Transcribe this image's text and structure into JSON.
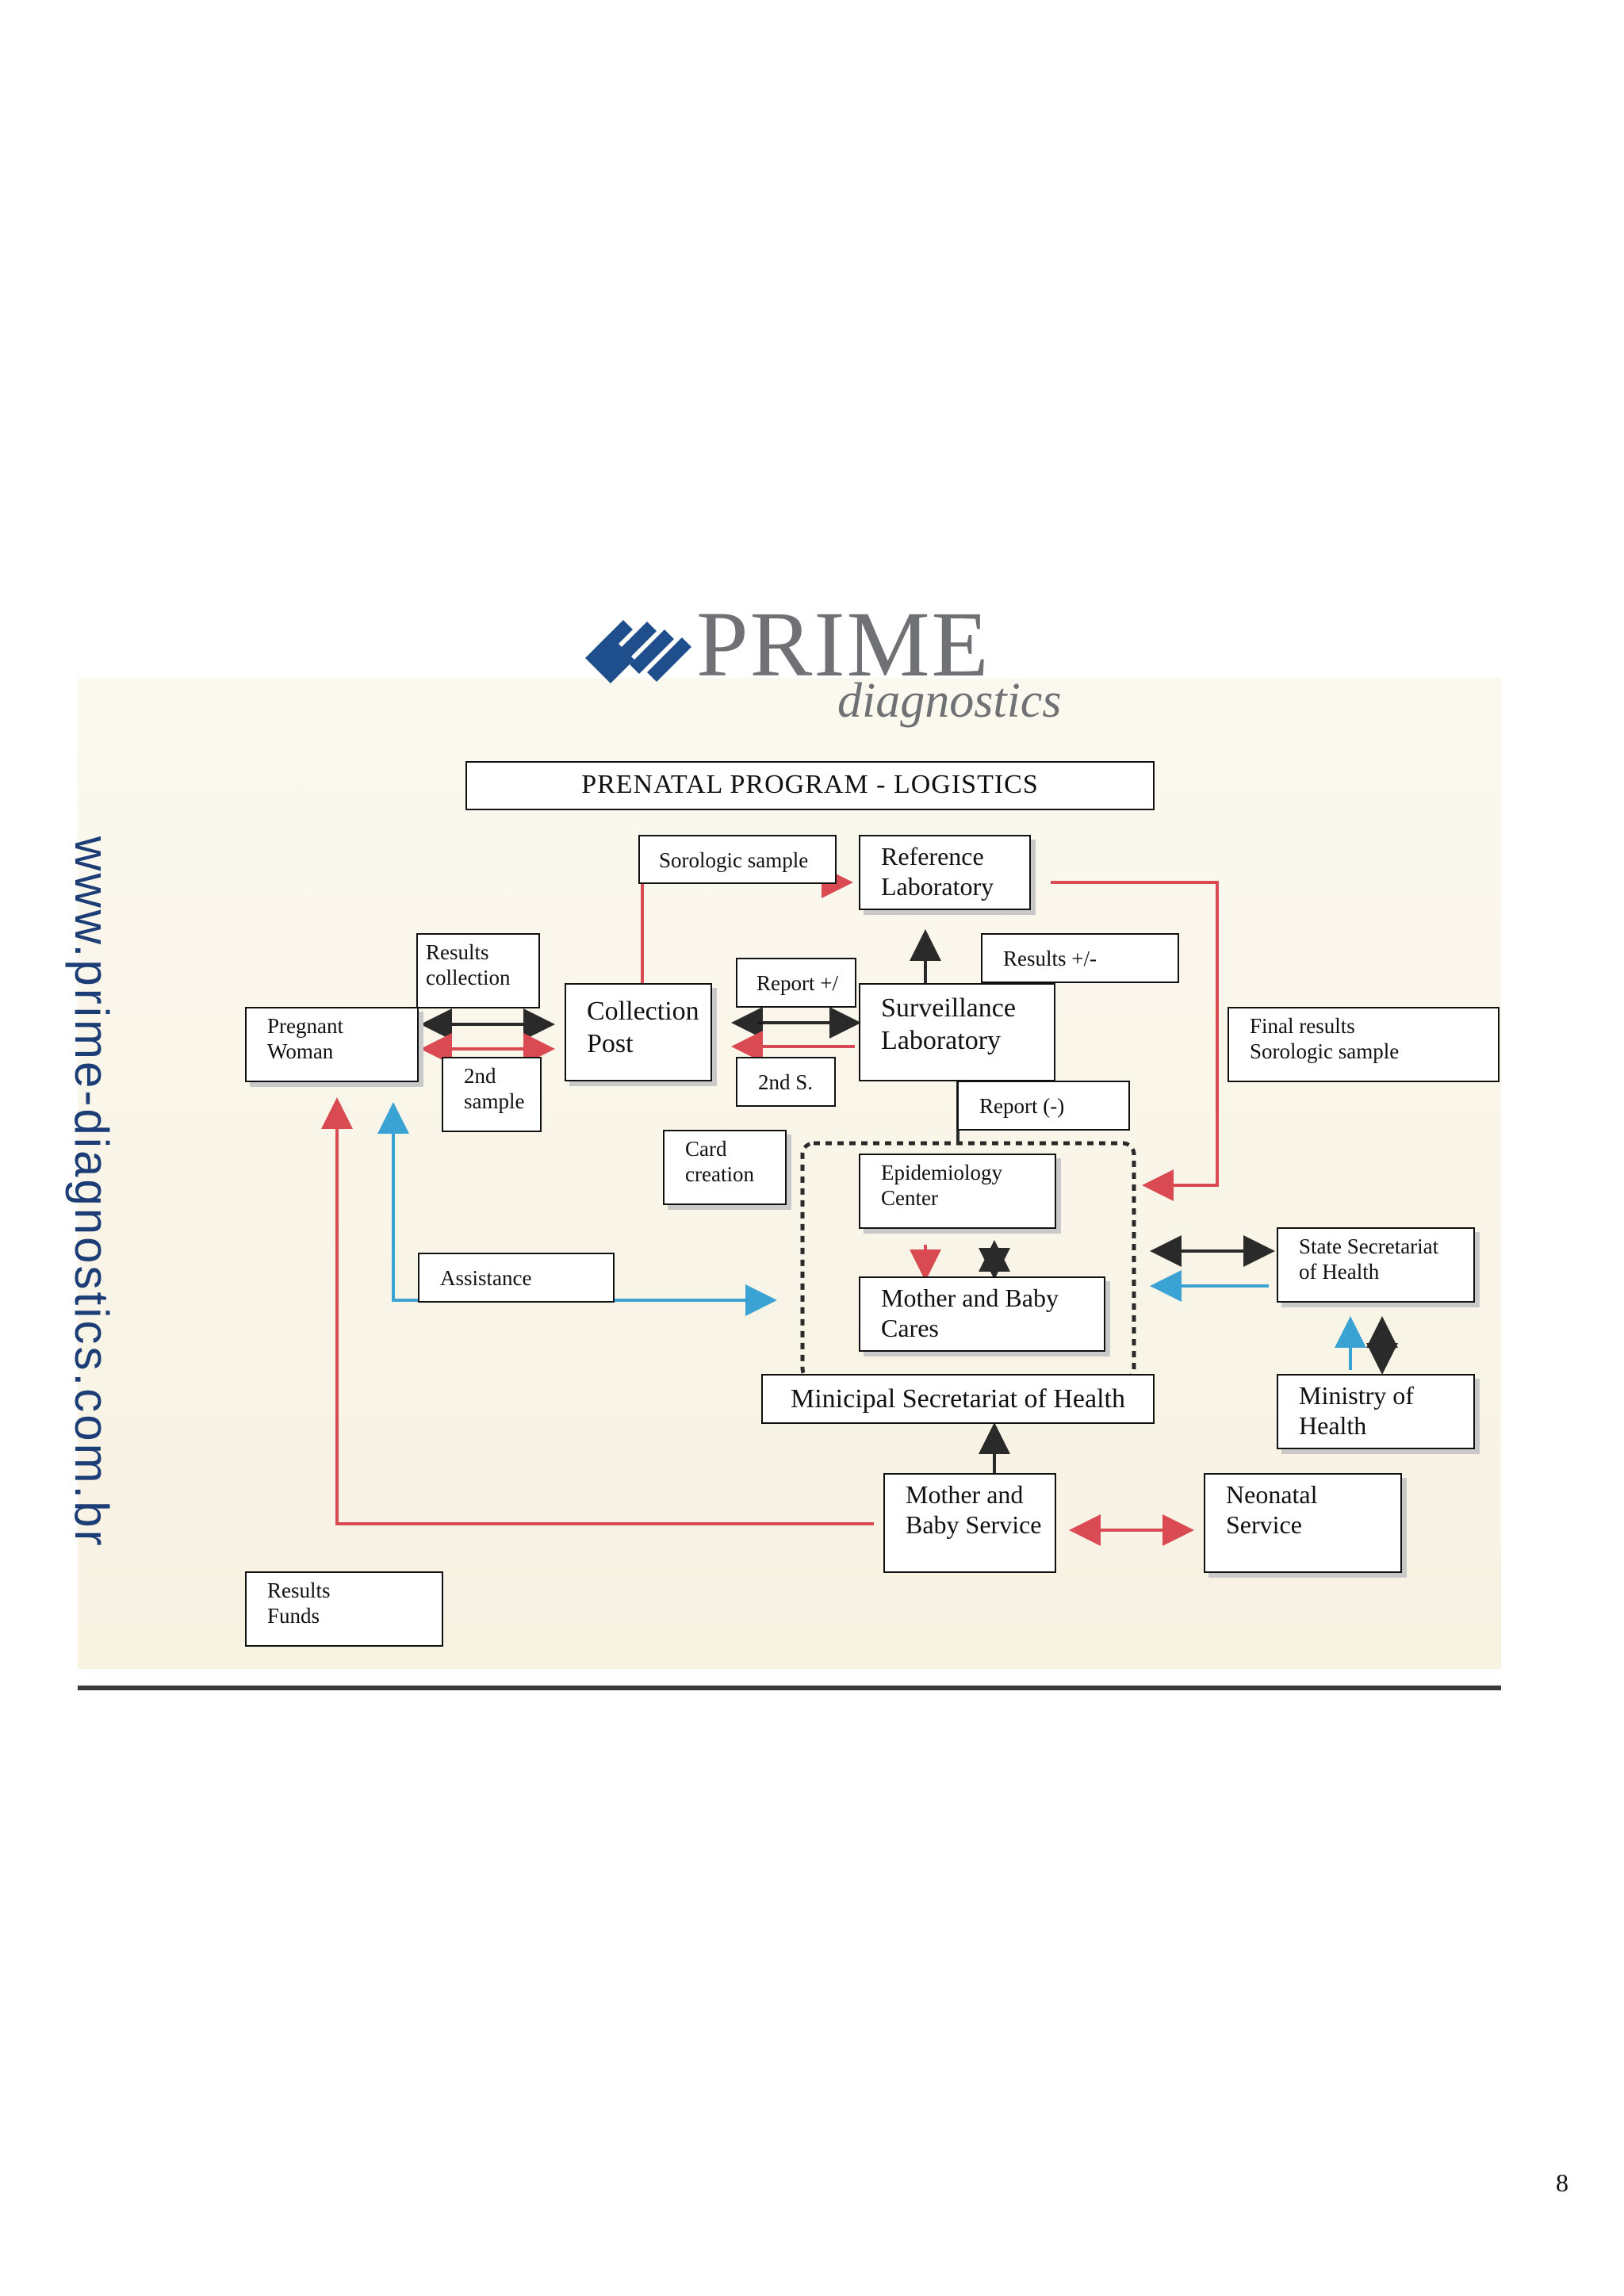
{
  "logo": {
    "word": "PRIME",
    "sub": "diagnostics"
  },
  "website": "www.prime-diagnostics.com.br",
  "title": "PRENATAL   PROGRAM - LOGISTICS",
  "nodes": {
    "sorologic_sample": "Sorologic sample",
    "reference_laboratory": "Reference\nLaboratory",
    "results_collection": "Results\ncollection",
    "report_plus_minus": "Report +/ -",
    "results_plus_minus": "Results +/-",
    "pregnant_woman": "Pregnant\nWoman",
    "collection_post": "Collection\nPost",
    "surveillance_laboratory": "Surveillance\nLaboratory",
    "final_results": "Final results\nSorologic sample",
    "second_sample": "2nd\nsample",
    "second_s": "2nd S.",
    "report_negative": "Report  (-)",
    "card_creation": "Card\ncreation",
    "epidemiology_center": "Epidemiology\nCenter",
    "assistance": "Assistance",
    "mother_baby_cares": "Mother and Baby\nCares",
    "state_secretariat": "State Secretariat\n   of Health",
    "municipal_secretariat": "Minicipal Secretariat of  Health",
    "ministry_of_health": "Ministry of\nHealth",
    "mother_baby_service": "Mother and\nBaby Service",
    "neonatal_service": "Neonatal\nService",
    "results_funds": "Results\nFunds"
  },
  "colors": {
    "arrow_black": "#2a2a2a",
    "arrow_red": "#d94a52",
    "arrow_blue": "#3aa3d3",
    "logo_blue": "#1f4e8c",
    "logo_gray": "#6f7174",
    "website_blue": "#1c3d76"
  },
  "page_number": "8"
}
